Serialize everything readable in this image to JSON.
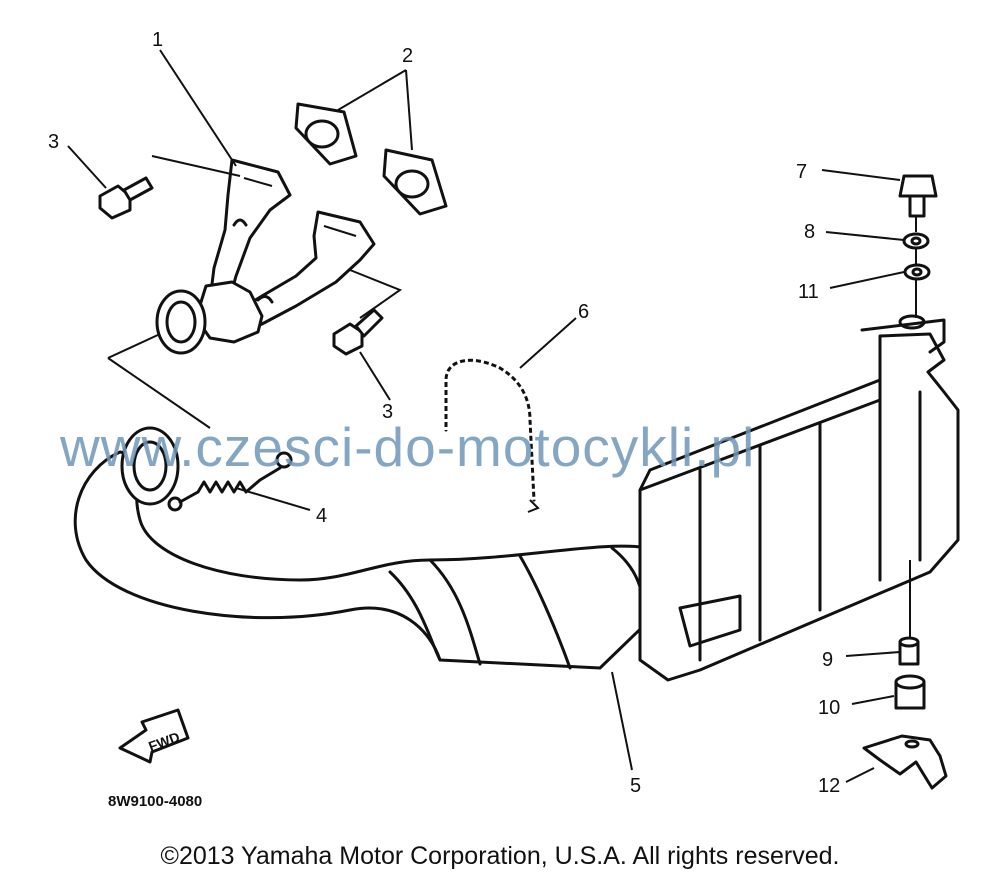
{
  "labels": [
    "1",
    "2",
    "3",
    "3",
    "4",
    "5",
    "6",
    "7",
    "8",
    "11",
    "9",
    "10",
    "12"
  ],
  "fwd_label": "FWD",
  "drawing_number": "8W9100-4080",
  "watermark": "www.czesci-do-motocykli.pl",
  "copyright": "©2013 Yamaha Motor Corporation, U.S.A. All rights reserved."
}
